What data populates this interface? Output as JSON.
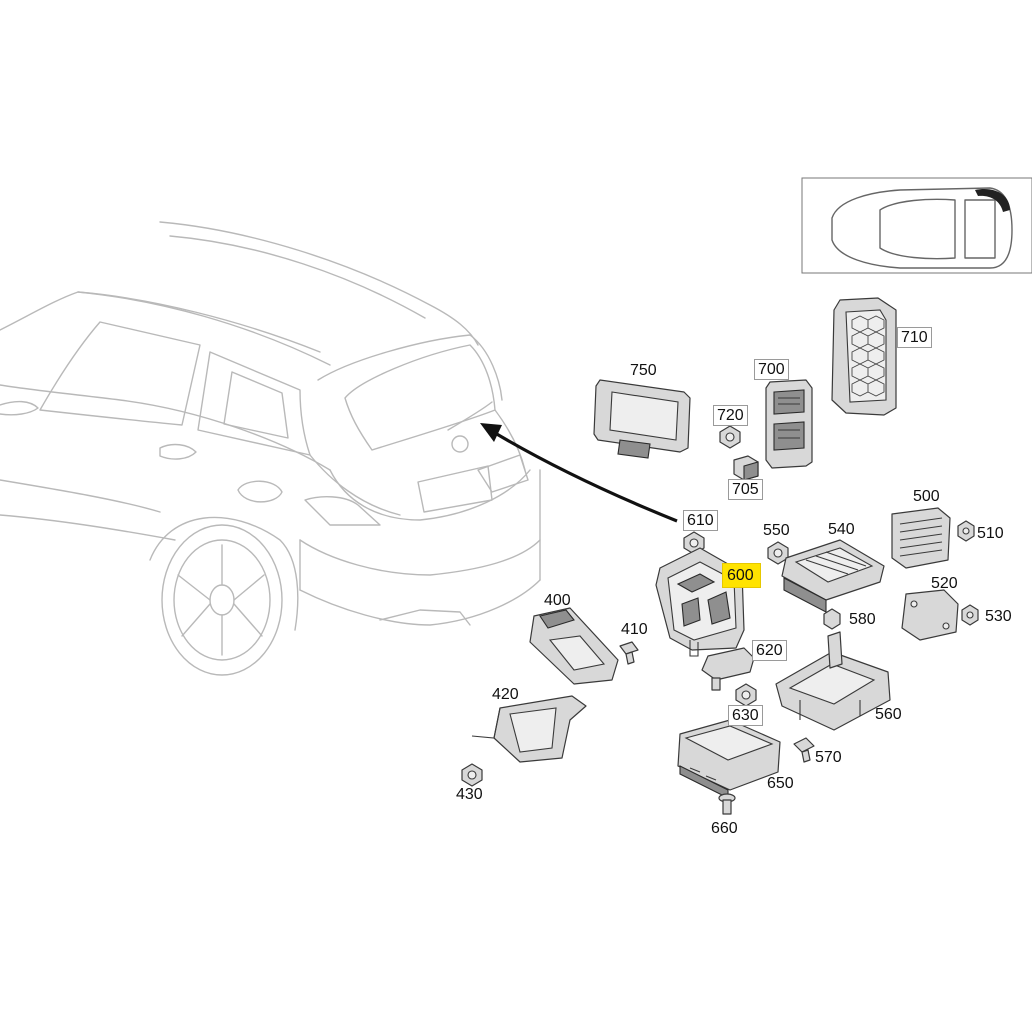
{
  "diagram": {
    "highlight_color": "#ffe300",
    "callouts": [
      {
        "id": "710",
        "label": "710",
        "style": "boxed"
      },
      {
        "id": "750",
        "label": "750",
        "style": "plain"
      },
      {
        "id": "700",
        "label": "700",
        "style": "boxed"
      },
      {
        "id": "720",
        "label": "720",
        "style": "boxed"
      },
      {
        "id": "705",
        "label": "705",
        "style": "boxed"
      },
      {
        "id": "610",
        "label": "610",
        "style": "boxed"
      },
      {
        "id": "550",
        "label": "550",
        "style": "plain"
      },
      {
        "id": "540",
        "label": "540",
        "style": "plain"
      },
      {
        "id": "500",
        "label": "500",
        "style": "plain"
      },
      {
        "id": "510",
        "label": "510",
        "style": "plain"
      },
      {
        "id": "600",
        "label": "600",
        "style": "highlighted"
      },
      {
        "id": "520",
        "label": "520",
        "style": "plain"
      },
      {
        "id": "580",
        "label": "580",
        "style": "plain"
      },
      {
        "id": "530",
        "label": "530",
        "style": "plain"
      },
      {
        "id": "400",
        "label": "400",
        "style": "plain"
      },
      {
        "id": "410",
        "label": "410",
        "style": "plain"
      },
      {
        "id": "620",
        "label": "620",
        "style": "boxed"
      },
      {
        "id": "420",
        "label": "420",
        "style": "plain"
      },
      {
        "id": "630",
        "label": "630",
        "style": "boxed"
      },
      {
        "id": "560",
        "label": "560",
        "style": "plain"
      },
      {
        "id": "570",
        "label": "570",
        "style": "plain"
      },
      {
        "id": "650",
        "label": "650",
        "style": "plain"
      },
      {
        "id": "430",
        "label": "430",
        "style": "plain"
      },
      {
        "id": "660",
        "label": "660",
        "style": "plain"
      }
    ]
  }
}
